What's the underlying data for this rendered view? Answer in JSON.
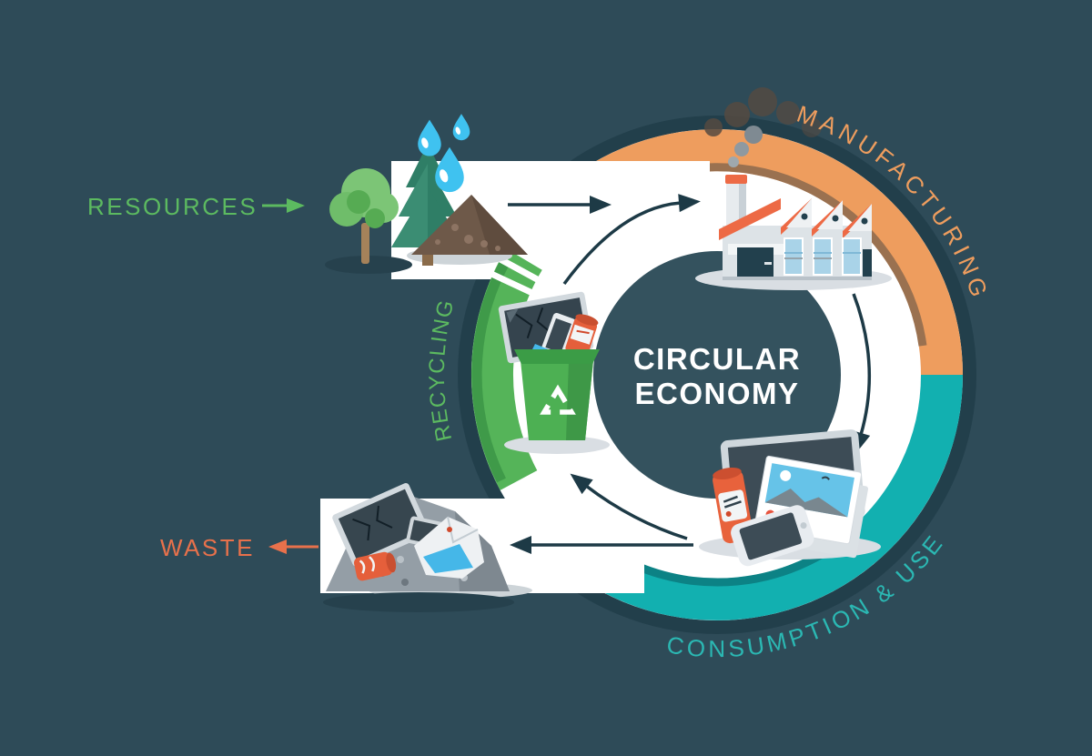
{
  "title": {
    "line1": "CIRCULAR",
    "line2": "ECONOMY"
  },
  "labels": {
    "resources": "RESOURCES",
    "waste": "WASTE",
    "manufacturing": "MANUFACTURING",
    "consumption": "CONSUMPTION & USE",
    "recycling": "RECYCLING"
  },
  "colors": {
    "background": "#2E4B58",
    "ring_outline": "#223F4B",
    "ring_white": "#FFFFFF",
    "center_circle": "#34525E",
    "title_text": "#FFFFFF",
    "manufacturing": "#EE9D5E",
    "manufacturing_shadow": "#9A7150",
    "consumption": "#12B0B0",
    "consumption_shadow": "#0C8285",
    "consumption_text": "#2BB8B3",
    "recycling": "#55B459",
    "recycling_shadow": "#3F9A49",
    "recycling_text": "#5CBA60",
    "resources_text": "#5CBA60",
    "waste_text": "#E8714B",
    "arrow": "#1D3A46"
  },
  "icons": {
    "resources": "trees-soil-water-drops",
    "manufacturing": "factory",
    "consumption": "electronic-devices",
    "recycling": "recycling-bin-with-ewaste",
    "waste": "ewaste-pile"
  }
}
